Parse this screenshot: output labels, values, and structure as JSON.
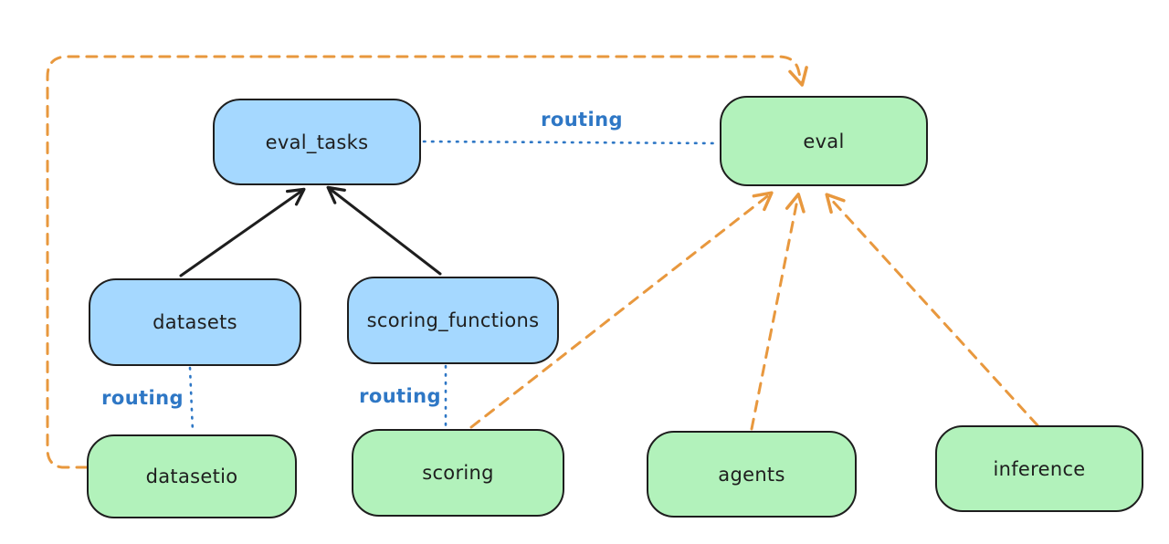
{
  "diagram": {
    "nodes": [
      {
        "id": "eval_tasks",
        "label": "eval_tasks",
        "color": "blue"
      },
      {
        "id": "eval",
        "label": "eval",
        "color": "green"
      },
      {
        "id": "datasets",
        "label": "datasets",
        "color": "blue"
      },
      {
        "id": "scoring_functions",
        "label": "scoring_functions",
        "color": "blue"
      },
      {
        "id": "datasetio",
        "label": "datasetio",
        "color": "green"
      },
      {
        "id": "scoring",
        "label": "scoring",
        "color": "green"
      },
      {
        "id": "agents",
        "label": "agents",
        "color": "green"
      },
      {
        "id": "inference",
        "label": "inference",
        "color": "green"
      }
    ],
    "edges": [
      {
        "from": "datasets",
        "to": "eval_tasks",
        "style": "solid-black-arrow",
        "label": ""
      },
      {
        "from": "scoring_functions",
        "to": "eval_tasks",
        "style": "solid-black-arrow",
        "label": ""
      },
      {
        "from": "eval_tasks",
        "to": "eval",
        "style": "dotted-blue",
        "label": "routing"
      },
      {
        "from": "datasets",
        "to": "datasetio",
        "style": "dotted-blue",
        "label": "routing"
      },
      {
        "from": "scoring_functions",
        "to": "scoring",
        "style": "dotted-blue",
        "label": "routing"
      },
      {
        "from": "datasetio",
        "to": "eval",
        "style": "dashed-orange-arrow",
        "label": ""
      },
      {
        "from": "scoring",
        "to": "eval",
        "style": "dashed-orange-arrow",
        "label": ""
      },
      {
        "from": "agents",
        "to": "eval",
        "style": "dashed-orange-arrow",
        "label": ""
      },
      {
        "from": "inference",
        "to": "eval",
        "style": "dashed-orange-arrow",
        "label": ""
      }
    ],
    "colors": {
      "blue-fill": "#a5d8ff",
      "green-fill": "#b2f2bb",
      "node-stroke": "#1e1e1e",
      "routing-blue": "#2e77c5",
      "orange-accent": "#e8983e",
      "canvas-bg": "#ffffff"
    }
  }
}
